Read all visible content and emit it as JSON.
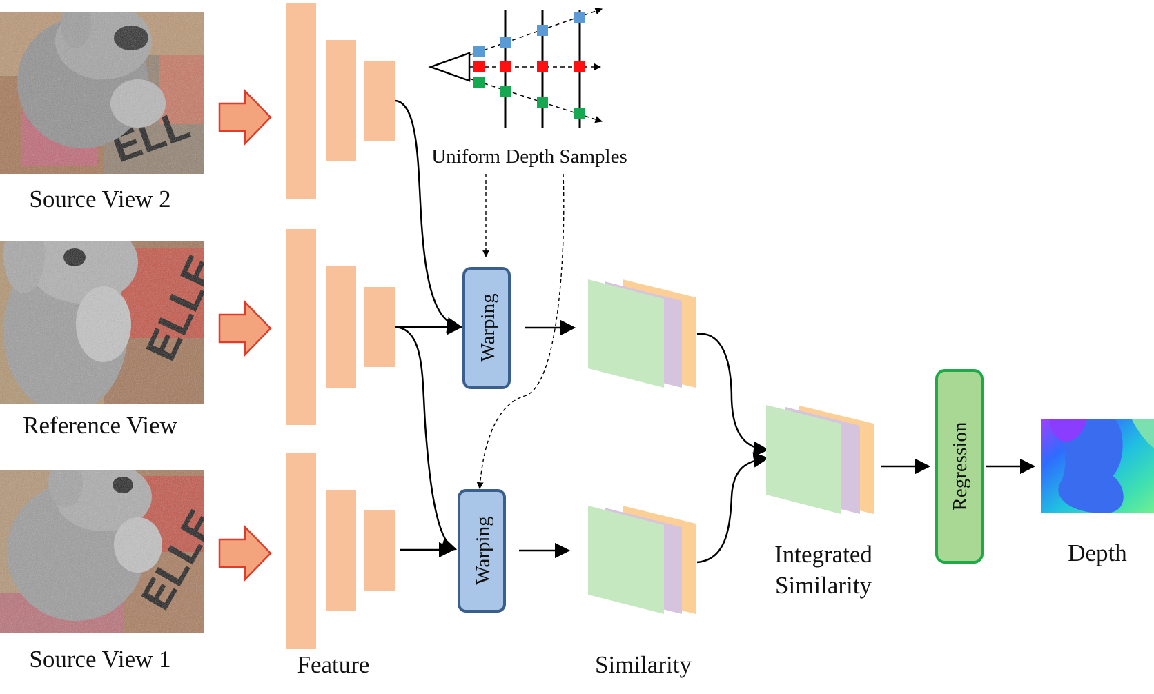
{
  "labels": {
    "source_view_2": "Source View 2",
    "reference_view": "Reference View",
    "source_view_1": "Source View 1",
    "feature": "Feature",
    "uniform_depth_samples": "Uniform Depth Samples",
    "warping_top": "Warping",
    "warping_bottom": "Warping",
    "similarity": "Similarity",
    "integrated_similarity_line1": "Integrated",
    "integrated_similarity_line2": "Similarity",
    "regression": "Regression",
    "depth": "Depth"
  },
  "colors": {
    "feature_block": "#f9c19a",
    "input_arrow_fill": "#f4a47c",
    "input_arrow_stroke": "#e03c2a",
    "warping_fill": "#a9c6e8",
    "warping_stroke": "#3b5f8c",
    "regression_fill": "#a8d894",
    "regression_stroke": "#1faa4a",
    "sim_green": "#c5e8c0",
    "sim_purple": "#d6c3dd",
    "sim_orange": "#fbcf95",
    "sample_blue": "#5b9bd5",
    "sample_red": "#ff1010",
    "sample_green": "#15a850"
  },
  "icons": {
    "input_arrow": "right-block-arrow-icon",
    "camera": "camera-frustum-icon"
  }
}
